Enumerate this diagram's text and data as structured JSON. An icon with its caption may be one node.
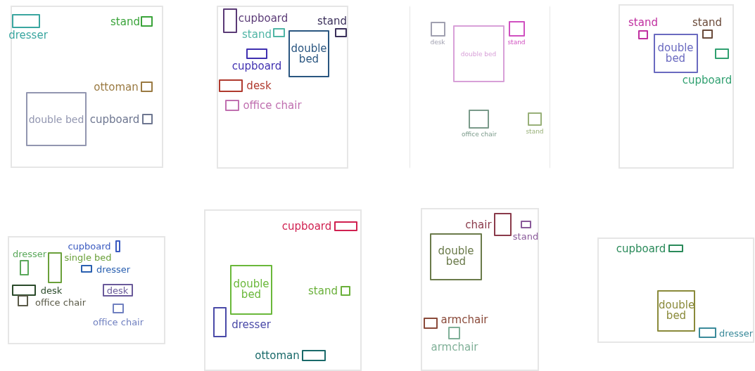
{
  "diagram": {
    "nodes": [
      {
        "text": [],
        "shape": "box"
      },
      {
        "text": [
          "dresser"
        ],
        "in": 0
      },
      {
        "text": [
          "stand"
        ],
        "in": 0
      },
      {
        "text": [
          "ottoman"
        ],
        "in": 0
      },
      {
        "text": [
          "double bed"
        ],
        "in": 0
      },
      {
        "text": [
          "cupboard"
        ],
        "in": 0
      },
      {
        "text": [],
        "shape": "box"
      },
      {
        "text": [
          "cupboard"
        ],
        "in": 6
      },
      {
        "text": [
          "stand"
        ],
        "in": 6
      },
      {
        "text": [
          "stand"
        ],
        "in": 6
      },
      {
        "text": [
          "cupboard"
        ],
        "in": 6
      },
      {
        "text": [
          "double bed"
        ],
        "in": 6
      },
      {
        "text": [
          "desk"
        ],
        "in": 6
      },
      {
        "text": [
          "office chair"
        ],
        "in": 6
      },
      {
        "text": [],
        "shape": "box"
      },
      {
        "text": [
          "desk"
        ],
        "in": 14
      },
      {
        "text": [
          "double bed"
        ],
        "in": 14
      },
      {
        "text": [
          "stand"
        ],
        "in": 14
      },
      {
        "text": [
          "office chair"
        ],
        "in": 14
      },
      {
        "text": [
          "stand"
        ],
        "in": 14
      },
      {
        "text": [],
        "shape": "box"
      },
      {
        "text": [
          "stand"
        ],
        "in": 20
      },
      {
        "text": [
          "stand"
        ],
        "in": 20
      },
      {
        "text": [
          "double bed"
        ],
        "in": 20
      },
      {
        "text": [
          "cupboard"
        ],
        "in": 20
      },
      {
        "text": [],
        "shape": "box"
      },
      {
        "text": [
          "cupboard"
        ],
        "in": 25
      },
      {
        "text": [
          "dresser"
        ],
        "in": 25
      },
      {
        "text": [
          "single bed"
        ],
        "in": 25
      },
      {
        "text": [
          "dresser"
        ],
        "in": 25
      },
      {
        "text": [
          "desk"
        ],
        "in": 25
      },
      {
        "text": [
          "desk"
        ],
        "in": 25
      },
      {
        "text": [
          "office chair"
        ],
        "in": 25
      },
      {
        "text": [
          "office chair"
        ],
        "in": 25
      },
      {
        "text": [],
        "shape": "box"
      },
      {
        "text": [
          "cupboard"
        ],
        "in": 34
      },
      {
        "text": [
          "double bed"
        ],
        "in": 34
      },
      {
        "text": [
          "stand"
        ],
        "in": 34
      },
      {
        "text": [
          "dresser"
        ],
        "in": 34
      },
      {
        "text": [
          "ottoman"
        ],
        "in": 34
      },
      {
        "text": [],
        "shape": "box"
      },
      {
        "text": [
          "chair"
        ],
        "in": 40
      },
      {
        "text": [
          "stand"
        ],
        "in": 40
      },
      {
        "text": [
          "double bed"
        ],
        "in": 40
      },
      {
        "text": [
          "armchair"
        ],
        "in": 40
      },
      {
        "text": [
          "armchair"
        ],
        "in": 40
      },
      {
        "text": [],
        "shape": "box"
      },
      {
        "text": [
          "cupboard"
        ],
        "in": 46
      },
      {
        "text": [
          "double bed"
        ],
        "in": 46
      },
      {
        "text": [
          "dresser"
        ],
        "in": 46
      }
    ]
  }
}
